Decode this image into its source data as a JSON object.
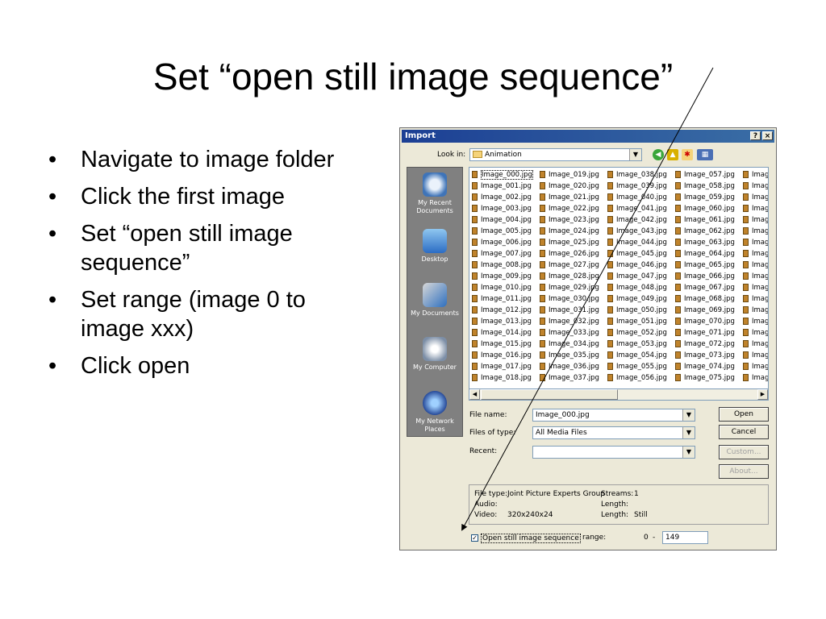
{
  "slide": {
    "title": "Set “open still image sequence”",
    "bullets": [
      "Navigate to image folder",
      "Click the first image",
      "Set “open still image sequence”",
      "Set range (image 0 to image xxx)",
      "Click open"
    ],
    "bullet_glyph": "•"
  },
  "dialog": {
    "title": "Import",
    "help_glyph": "?",
    "close_glyph": "×",
    "look_in_label": "Look in:",
    "look_in_value": "Animation",
    "places": [
      {
        "label": "My Recent Documents",
        "icon": "recent-documents-icon"
      },
      {
        "label": "Desktop",
        "icon": "desktop-icon"
      },
      {
        "label": "My Documents",
        "icon": "my-documents-icon"
      },
      {
        "label": "My Computer",
        "icon": "my-computer-icon"
      },
      {
        "label": "My Network Places",
        "icon": "network-places-icon"
      }
    ],
    "file_columns": [
      [
        "Image_000.jpg",
        "Image_001.jpg",
        "Image_002.jpg",
        "Image_003.jpg",
        "Image_004.jpg",
        "Image_005.jpg",
        "Image_006.jpg",
        "Image_007.jpg",
        "Image_008.jpg",
        "Image_009.jpg",
        "Image_010.jpg",
        "Image_011.jpg",
        "Image_012.jpg",
        "Image_013.jpg",
        "Image_014.jpg",
        "Image_015.jpg",
        "Image_016.jpg",
        "Image_017.jpg",
        "Image_018.jpg"
      ],
      [
        "Image_019.jpg",
        "Image_020.jpg",
        "Image_021.jpg",
        "Image_022.jpg",
        "Image_023.jpg",
        "Image_024.jpg",
        "Image_025.jpg",
        "Image_026.jpg",
        "Image_027.jpg",
        "Image_028.jpg",
        "Image_029.jpg",
        "Image_030.jpg",
        "Image_031.jpg",
        "Image_032.jpg",
        "Image_033.jpg",
        "Image_034.jpg",
        "Image_035.jpg",
        "Image_036.jpg",
        "Image_037.jpg"
      ],
      [
        "Image_038.jpg",
        "Image_039.jpg",
        "Image_040.jpg",
        "Image_041.jpg",
        "Image_042.jpg",
        "Image_043.jpg",
        "Image_044.jpg",
        "Image_045.jpg",
        "Image_046.jpg",
        "Image_047.jpg",
        "Image_048.jpg",
        "Image_049.jpg",
        "Image_050.jpg",
        "Image_051.jpg",
        "Image_052.jpg",
        "Image_053.jpg",
        "Image_054.jpg",
        "Image_055.jpg",
        "Image_056.jpg"
      ],
      [
        "Image_057.jpg",
        "Image_058.jpg",
        "Image_059.jpg",
        "Image_060.jpg",
        "Image_061.jpg",
        "Image_062.jpg",
        "Image_063.jpg",
        "Image_064.jpg",
        "Image_065.jpg",
        "Image_066.jpg",
        "Image_067.jpg",
        "Image_068.jpg",
        "Image_069.jpg",
        "Image_070.jpg",
        "Image_071.jpg",
        "Image_072.jpg",
        "Image_073.jpg",
        "Image_074.jpg",
        "Image_075.jpg"
      ],
      [
        "Imag",
        "Imag",
        "Imag",
        "Imag",
        "Imag",
        "Imag",
        "Imag",
        "Imag",
        "Imag",
        "Imag",
        "Imag",
        "Imag",
        "Imag",
        "Imag",
        "Imag",
        "Imag",
        "Imag",
        "Imag",
        "Imag"
      ]
    ],
    "selected_file": "Image_000.jpg",
    "file_name_label": "File name:",
    "file_name_value": "Image_000.jpg",
    "files_of_type_label": "Files of type:",
    "files_of_type_value": "All Media Files",
    "recent_label": "Recent:",
    "recent_value": "",
    "buttons": {
      "open": "Open",
      "cancel": "Cancel",
      "custom": "Custom...",
      "about": "About..."
    },
    "info": {
      "file_type_label": "File type:",
      "file_type_value": "Joint Picture Experts Group",
      "audio_label": "Audio:",
      "video_label": "Video:",
      "video_value": "320x240x24",
      "streams_label": "Streams:",
      "streams_value": "1",
      "length1_label": "Length:",
      "length2_label": "Length:",
      "length2_value": "Still"
    },
    "sequence_checkbox_label": "Open still image sequence",
    "sequence_checked": true,
    "check_glyph": "✓",
    "range_label": "range:",
    "range_from": "0",
    "range_sep": "-",
    "range_to": "149"
  }
}
